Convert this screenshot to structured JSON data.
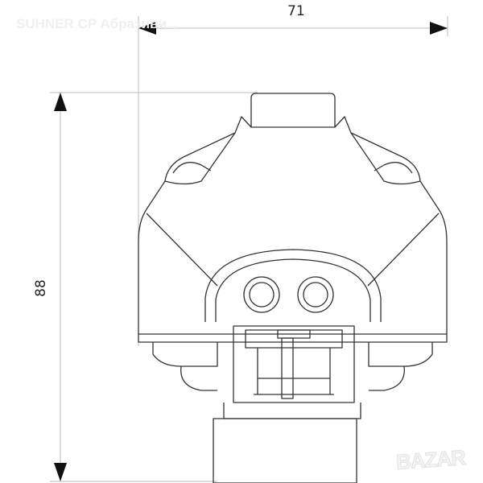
{
  "watermark": "SUHNER CP Абразиви...",
  "logo": "BAZAR",
  "dimensions": {
    "width": "71",
    "height": "88"
  },
  "colors": {
    "line": "#333333",
    "dim_line": "#bbbbbb",
    "arrow": "#111111"
  }
}
